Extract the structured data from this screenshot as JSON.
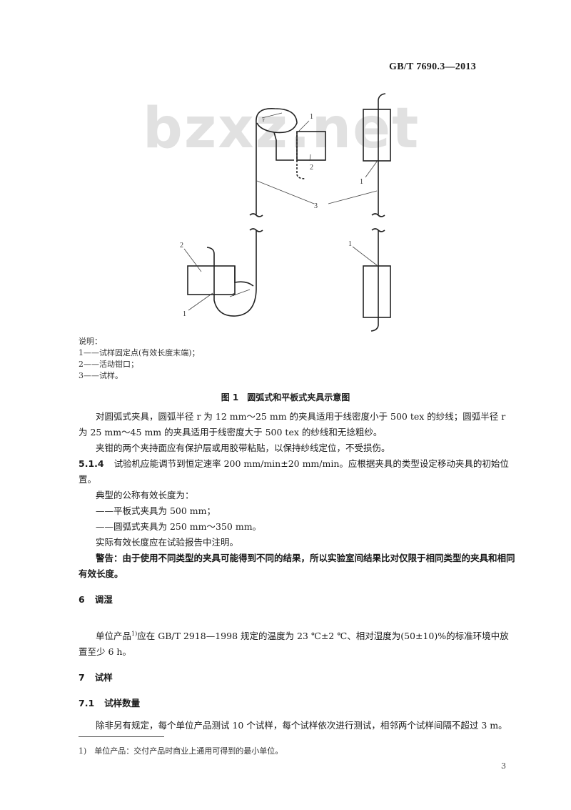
{
  "header": {
    "standard_code": "GB/T 7690.3—2013"
  },
  "watermark": "bzxz.net",
  "figure": {
    "labels": {
      "fixed_point": "1",
      "moving_clamp": "2",
      "specimen": "3",
      "radius": "r"
    },
    "legend_title": "说明：",
    "legend": [
      "1——试样固定点(有效长度末端)；",
      "2——活动钳口；",
      "3——试样。"
    ],
    "caption": "图 1　圆弧式和平板式夹具示意图"
  },
  "body": {
    "para1": "对圆弧式夹具，圆弧半径 r 为 12 mm～25 mm 的夹具适用于线密度小于 500 tex 的纱线；圆弧半径 r 为 25 mm～45 mm 的夹具适用于线密度大于 500 tex 的纱线和无捻粗纱。",
    "para2": "夹钳的两个夹持面应有保护层或用胶带粘贴，以保持纱线定位，不受损伤。",
    "clause_514_num": "5.1.4",
    "clause_514_text": "试验机应能调节到恒定速率 200 mm/min±20 mm/min。应根据夹具的类型设定移动夹具的初始位置。",
    "para_typical": "典型的公称有效长度为：",
    "list": [
      "——平板式夹具为 500 mm；",
      "——圆弧式夹具为 250 mm～350 mm。"
    ],
    "para_actual": "实际有效长度应在试验报告中注明。",
    "warning": "警告：由于使用不同类型的夹具可能得到不同的结果，所以实验室间结果比对仅限于相同类型的夹具和相同有效长度。"
  },
  "section6": {
    "number": "6",
    "title": "调湿",
    "text_a": "单位产品",
    "footnote_ref": "1)",
    "text_b": "应在 GB/T 2918—1998 规定的温度为 23 ℃±2 ℃、相对湿度为(50±10)%的标准环境中放置至少 6 h。"
  },
  "section7": {
    "number": "7",
    "title": "试样",
    "sub_number": "7.1",
    "sub_title": "试样数量",
    "text": "除非另有规定，每个单位产品测试 10 个试样，每个试样依次进行测试，相邻两个试样间隔不超过 3 m。"
  },
  "footnote": "1)　单位产品：交付产品时商业上通用可得到的最小单位。",
  "page_number": "3"
}
